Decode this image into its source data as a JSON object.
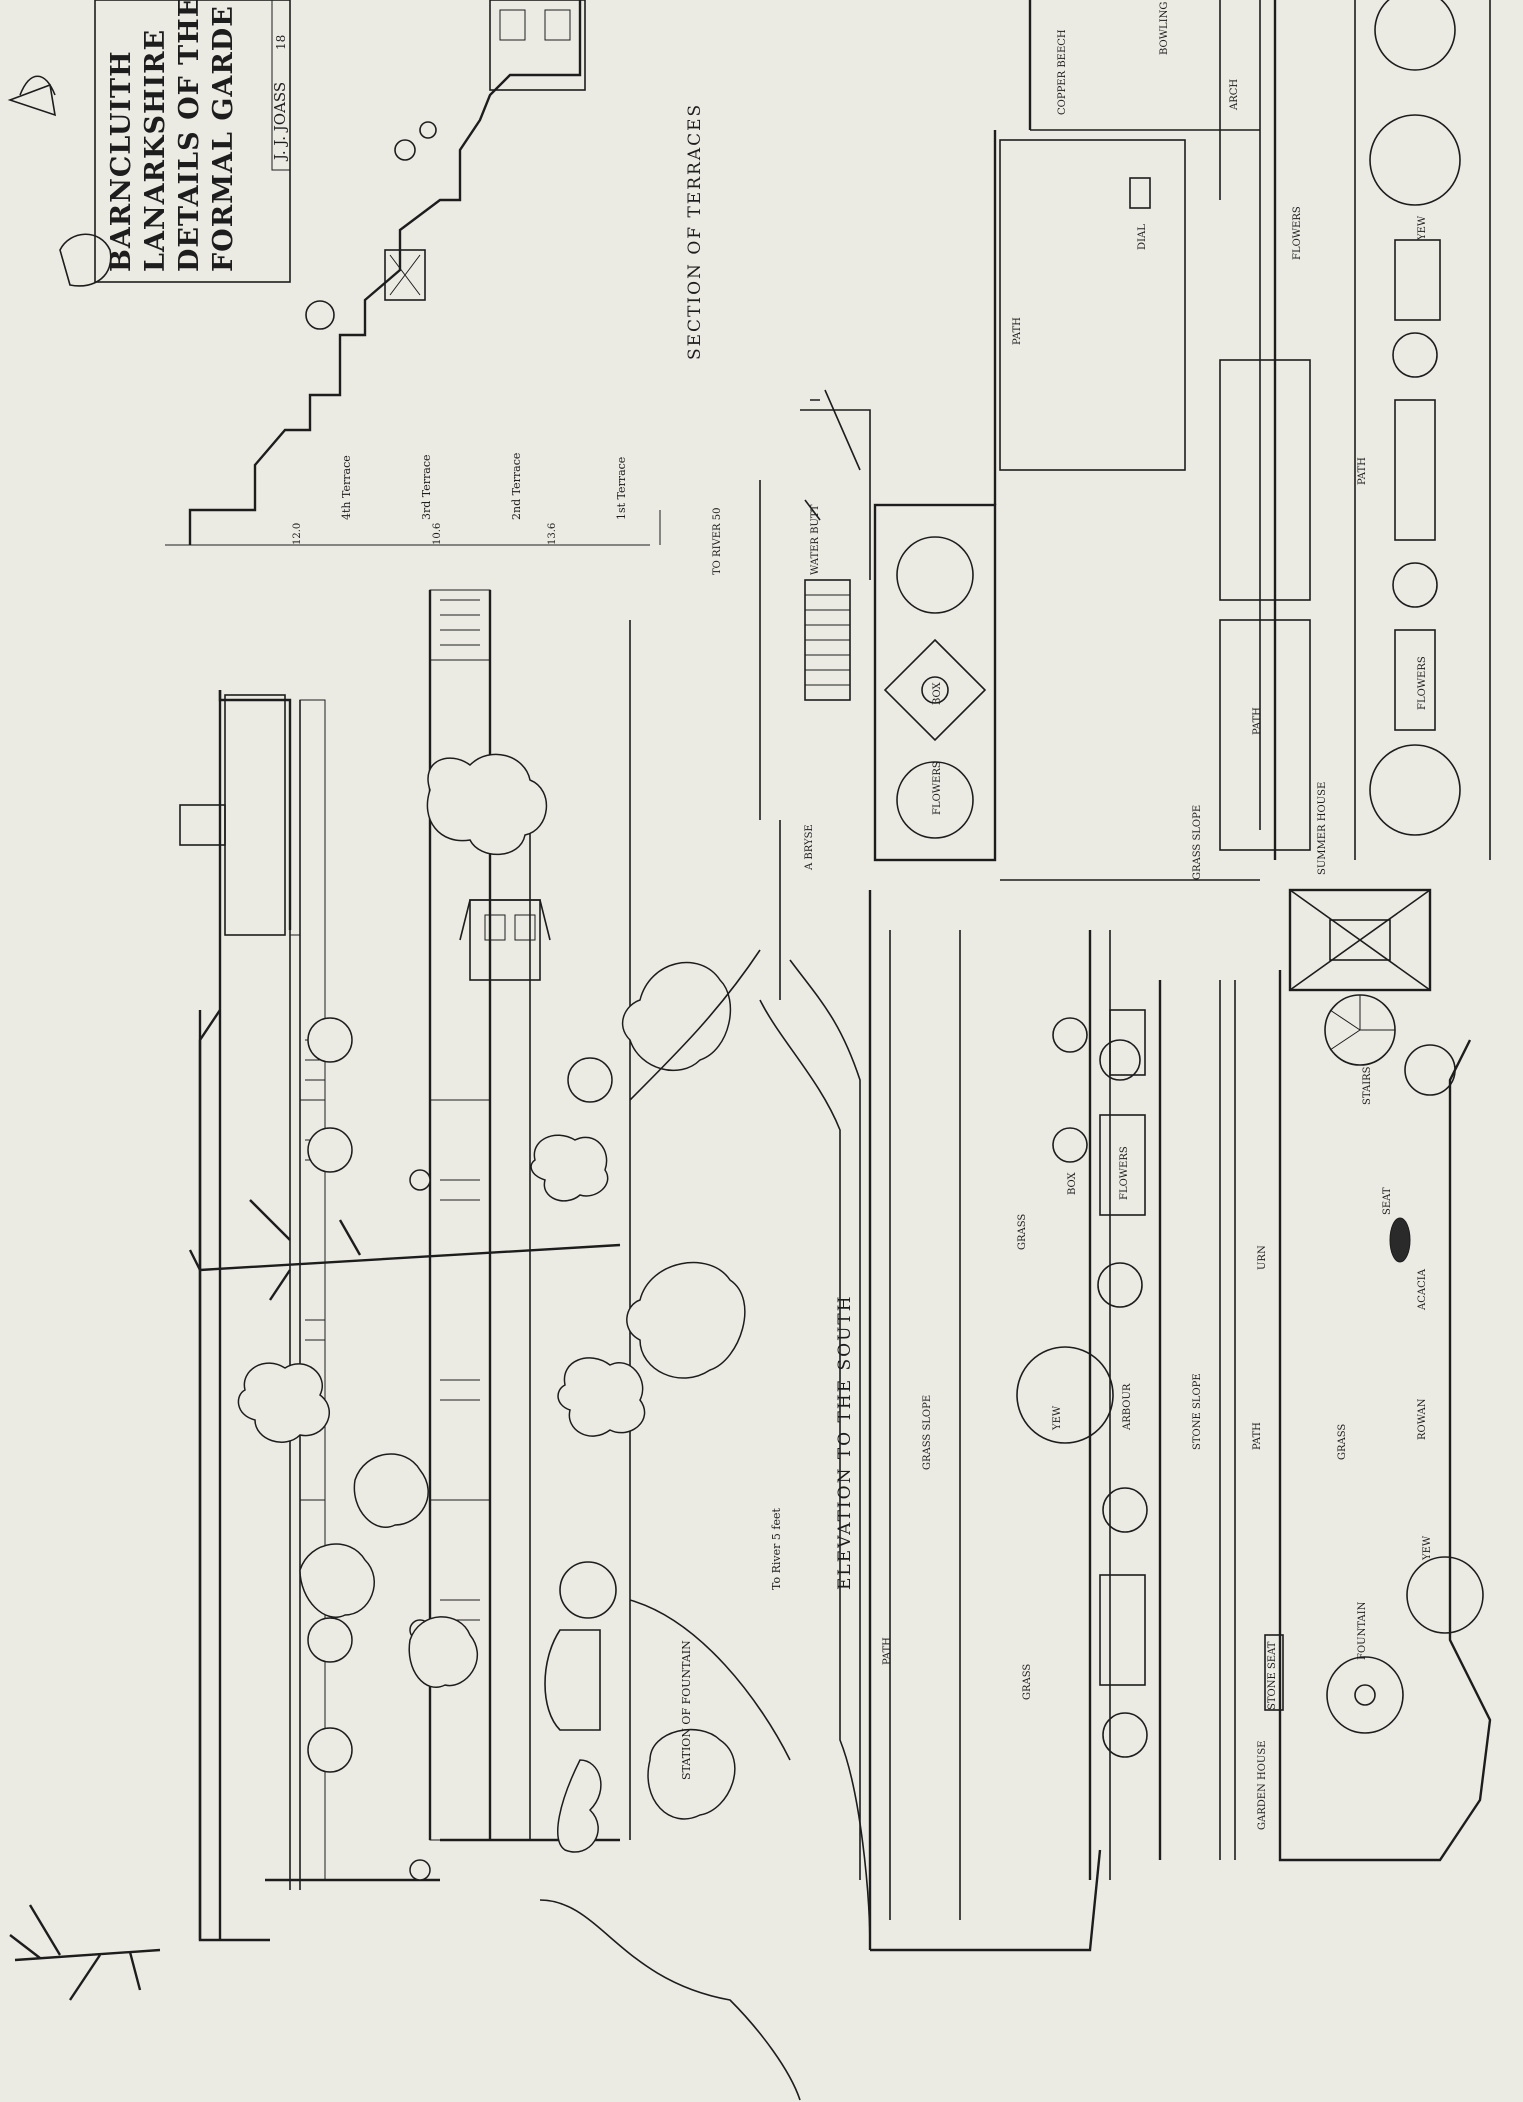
{
  "title_block": {
    "line1": "BARNCLUITH",
    "line2": "LANARKSHIRE",
    "line3": "DETAILS OF THE",
    "line4": "FORMAL GARDE",
    "author": "J. J. JOASS",
    "date": "18"
  },
  "section": {
    "title": "SECTION OF TERRACES",
    "terraces": [
      "4th Terrace",
      "3rd Terrace",
      "2nd Terrace",
      "1st Terrace"
    ],
    "dimensions": [
      "12.0",
      "10.6",
      "13.6",
      "TO RIVER 50"
    ]
  },
  "elevation": {
    "title": "ELEVATION TO THE SOUTH",
    "river_note": "To River 5 feet",
    "station": "STATION OF FOUNTAIN"
  },
  "plan_labels": {
    "path": "PATH",
    "grass_slope": "GRASS SLOPE",
    "grass": "GRASS",
    "a_bryse": "A BRYSE",
    "water_butt": "WATER BUTT",
    "flowers": "FLOWERS",
    "box": "BOX",
    "dial": "DIAL",
    "copper_beech": "COPPER BEECH",
    "arch": "ARCH",
    "bowling": "BOWLING",
    "summer_house": "SUMMER HOUSE",
    "stairs": "STAIRS",
    "seat": "SEAT",
    "acacia": "ACACIA",
    "yew": "YEW",
    "rowan": "ROWAN",
    "stone_slope": "STONE SLOPE",
    "arbour": "ARBOUR",
    "fountain": "FOUNTAIN",
    "stone_seat": "STONE SEAT",
    "garden_house": "GARDEN HOUSE",
    "urn": "URN"
  }
}
